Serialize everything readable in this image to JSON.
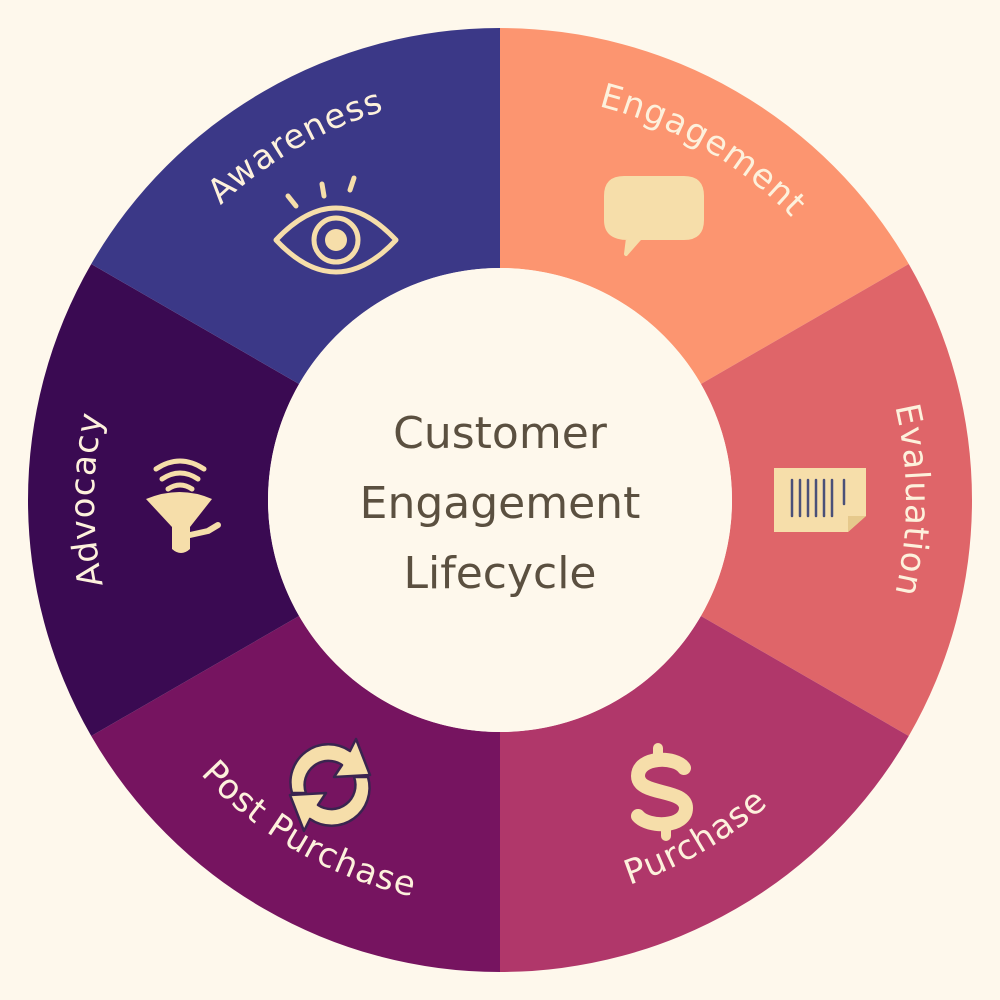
{
  "diagram": {
    "center_lines": [
      "Customer",
      "Engagement",
      "Lifecycle"
    ],
    "center_fill": "#fef8ec",
    "text_color": "#fdf1dc",
    "icon_color": "#f6deaa",
    "stages": [
      {
        "label": "Engagement",
        "color": "#fc9570",
        "icon": "heart-speech-bubble-icon"
      },
      {
        "label": "Evaluation",
        "color": "#df6569",
        "icon": "document-icon"
      },
      {
        "label": "Purchase",
        "color": "#b0376a",
        "icon": "dollar-sign-icon"
      },
      {
        "label": "Post Purchase",
        "color": "#761460",
        "icon": "refresh-arrows-icon"
      },
      {
        "label": "Advocacy",
        "color": "#3a0a52",
        "icon": "megaphone-icon"
      },
      {
        "label": "Awareness",
        "color": "#3b3887",
        "icon": "eye-icon"
      }
    ]
  }
}
